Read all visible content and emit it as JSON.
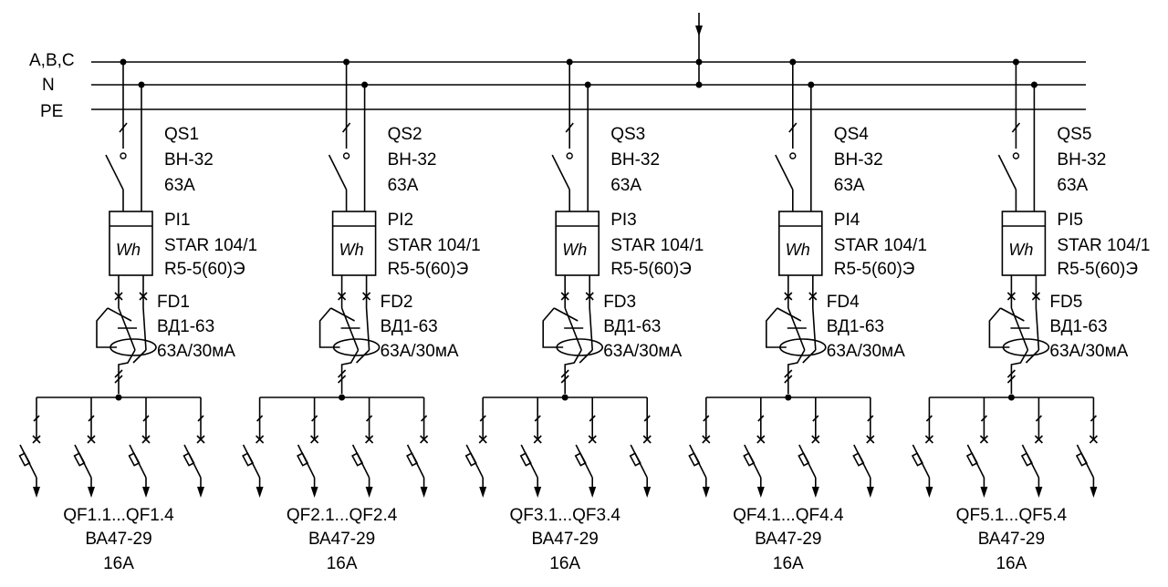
{
  "buses": {
    "abc": "A,B,C",
    "n": "N",
    "pe": "PE"
  },
  "groups": [
    {
      "switch": {
        "name": "QS1",
        "type": "ВН-32",
        "rating": "63А"
      },
      "meter": {
        "name": "PI1",
        "type": "STAR 104/1",
        "rating": "R5-5(60)Э",
        "symbol": "Wh"
      },
      "rcd": {
        "name": "FD1",
        "type": "ВД1-63",
        "rating": "63А/30мА"
      },
      "breakers": {
        "range": "QF1.1...QF1.4",
        "type": "ВА47-29",
        "rating": "16А"
      }
    },
    {
      "switch": {
        "name": "QS2",
        "type": "ВН-32",
        "rating": "63А"
      },
      "meter": {
        "name": "PI2",
        "type": "STAR 104/1",
        "rating": "R5-5(60)Э",
        "symbol": "Wh"
      },
      "rcd": {
        "name": "FD2",
        "type": "ВД1-63",
        "rating": "63А/30мА"
      },
      "breakers": {
        "range": "QF2.1...QF2.4",
        "type": "ВА47-29",
        "rating": "16А"
      }
    },
    {
      "switch": {
        "name": "QS3",
        "type": "ВН-32",
        "rating": "63А"
      },
      "meter": {
        "name": "PI3",
        "type": "STAR 104/1",
        "rating": "R5-5(60)Э",
        "symbol": "Wh"
      },
      "rcd": {
        "name": "FD3",
        "type": "ВД1-63",
        "rating": "63А/30мА"
      },
      "breakers": {
        "range": "QF3.1...QF3.4",
        "type": "ВА47-29",
        "rating": "16А"
      }
    },
    {
      "switch": {
        "name": "QS4",
        "type": "ВН-32",
        "rating": "63А"
      },
      "meter": {
        "name": "PI4",
        "type": "STAR 104/1",
        "rating": "R5-5(60)Э",
        "symbol": "Wh"
      },
      "rcd": {
        "name": "FD4",
        "type": "ВД1-63",
        "rating": "63А/30мА"
      },
      "breakers": {
        "range": "QF4.1...QF4.4",
        "type": "ВА47-29",
        "rating": "16А"
      }
    },
    {
      "switch": {
        "name": "QS5",
        "type": "ВН-32",
        "rating": "63А"
      },
      "meter": {
        "name": "PI5",
        "type": "STAR 104/1",
        "rating": "R5-5(60)Э",
        "symbol": "Wh"
      },
      "rcd": {
        "name": "FD5",
        "type": "ВД1-63",
        "rating": "63А/30мА"
      },
      "breakers": {
        "range": "QF5.1...QF5.4",
        "type": "ВА47-29",
        "rating": "16А"
      }
    }
  ]
}
